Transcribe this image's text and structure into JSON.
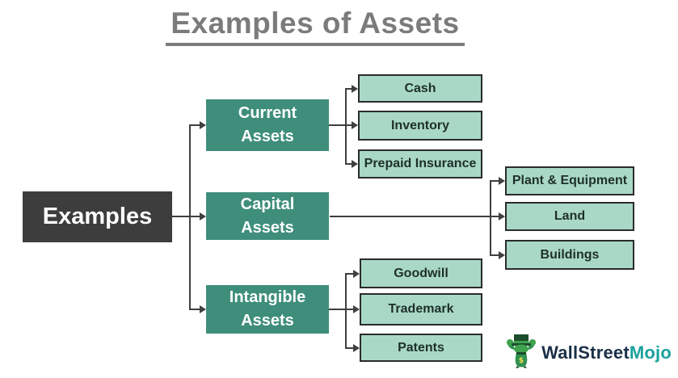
{
  "title": "Examples of Assets",
  "root_label": "Examples",
  "branches": [
    {
      "id": "current-assets",
      "line1": "Current",
      "line2": "Assets",
      "children": [
        "Cash",
        "Inventory",
        "Prepaid Insurance"
      ]
    },
    {
      "id": "capital-assets",
      "line1": "Capital",
      "line2": "Assets",
      "children": [
        "Plant & Equipment",
        "Land",
        "Buildings"
      ]
    },
    {
      "id": "intangible-assets",
      "line1": "Intangible",
      "line2": "Assets",
      "children": [
        "Goodwill",
        "Trademark",
        "Patents"
      ]
    }
  ],
  "logo": {
    "brand_part1": "WallStreet",
    "brand_part2": "Mojo",
    "mascot": "bull-mascot-icon"
  },
  "colors": {
    "category_fill": "#3e8e7b",
    "leaf_fill": "#a9d9c6",
    "root_fill": "#3d3d3d",
    "title_gray": "#7b7b7b",
    "connector": "#3f3f3f",
    "leaf_border": "#2b2b2b",
    "brand_navy": "#1b3049",
    "brand_teal": "#1aa19c"
  }
}
